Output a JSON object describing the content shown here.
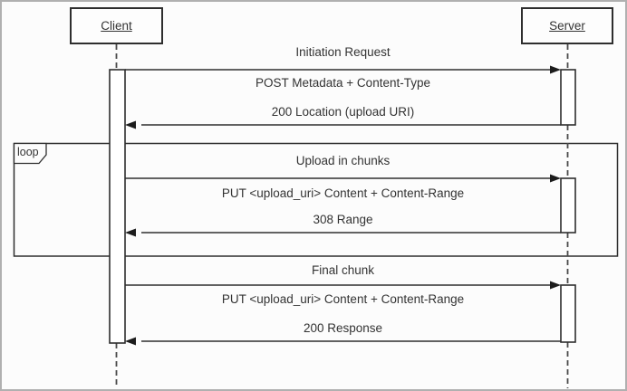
{
  "actors": {
    "client": "Client",
    "server": "Server"
  },
  "loop": {
    "label": "loop"
  },
  "sections": [
    {
      "title": "Initiation Request",
      "request": "POST Metadata + Content-Type",
      "response": "200 Location (upload URI)"
    },
    {
      "title": "Upload in chunks",
      "request": "PUT <upload_uri> Content + Content-Range",
      "response": "308 Range"
    },
    {
      "title": "Final chunk",
      "request": "PUT <upload_uri> Content + Content-Range",
      "response": "200 Response"
    }
  ],
  "colors": {
    "line": "#2e2e2e",
    "background": "#fcfcfc",
    "canvas_border": "#b0b0b0"
  }
}
